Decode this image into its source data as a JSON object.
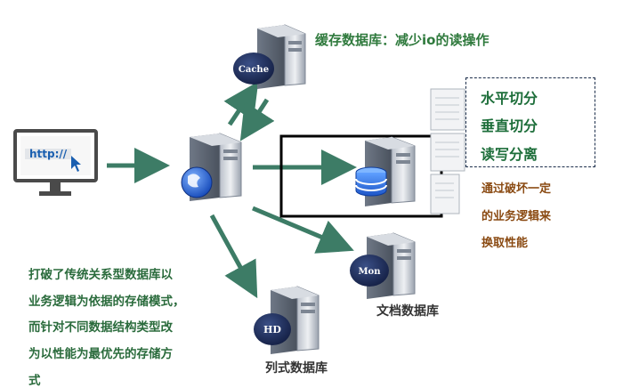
{
  "diagram": {
    "browser_text": "http://",
    "cache_icon_label": "Cache",
    "cache_title": "缓存数据库：减少io的读操作",
    "ops": [
      "水平切分",
      "垂直切分",
      "读写分离"
    ],
    "note_right": [
      "通过破坏一定",
      "的业务逻辑来",
      "换取性能"
    ],
    "mon_icon_label": "Mon",
    "mon_title": "文档数据库",
    "hd_icon_label": "HD",
    "hd_title": "列式数据库",
    "note_left": [
      "打破了传统关系型数据库以",
      "业务逻辑为依据的存储模式，",
      "而针对不同数据结构类型改",
      "为以性能为最优先的存储方",
      "式"
    ],
    "colors": {
      "arrow": "#3d7c66",
      "cache_title": "#2f7a3d",
      "ops_text": "#1d6e3a",
      "note_right": "#8a4a12",
      "note_left": "#2a6b3c"
    }
  }
}
